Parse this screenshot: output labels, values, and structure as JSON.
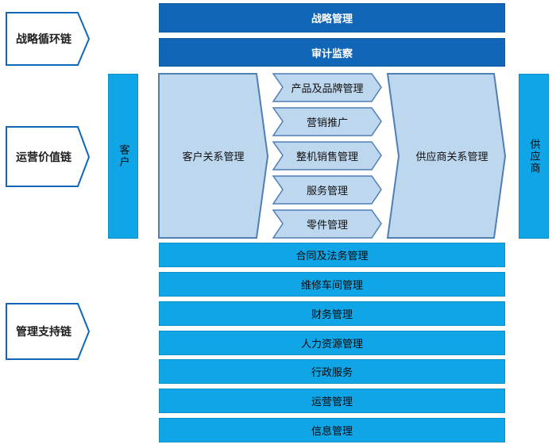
{
  "chains": {
    "strategy": "战略循环链",
    "operation": "运营价值链",
    "support": "管理支持链"
  },
  "top_bars": [
    "战略管理",
    "审计监察"
  ],
  "customer": "客户",
  "supplier": "供应商",
  "crm": "客户关系管理",
  "srm": "供应商关系管理",
  "middle_items": [
    "产品及品牌管理",
    "营销推广",
    "整机销售管理",
    "服务管理",
    "零件管理"
  ],
  "bottom_bars": [
    "合同及法务管理",
    "维修车间管理",
    "财务管理",
    "人力资源管理",
    "行政服务",
    "运营管理",
    "信息管理"
  ],
  "colors": {
    "dark_blue": "#1166b7",
    "bright_blue": "#10a5e6",
    "pale_blue": "#bdd7ee",
    "shape_border": "#4f7fb3"
  }
}
